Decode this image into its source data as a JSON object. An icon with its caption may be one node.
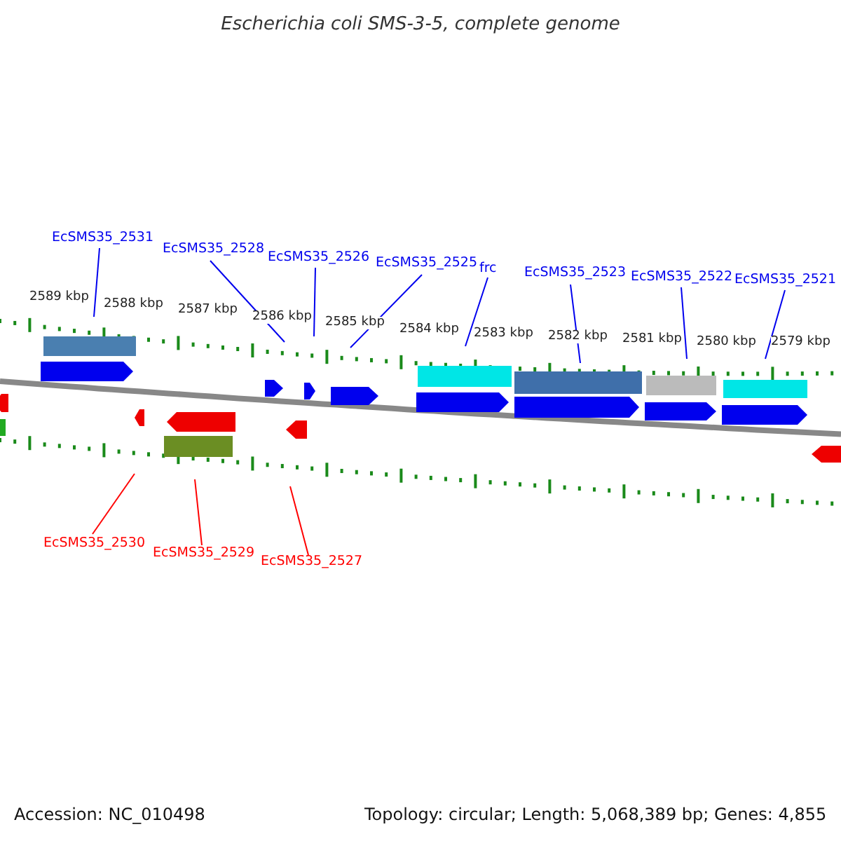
{
  "diagram": {
    "title": "Escherichia coli SMS-3-5, complete genome",
    "nodes": [
      {
        "text": [
          "EcSMS35_2531"
        ]
      },
      {
        "text": [
          "EcSMS35_2528"
        ]
      },
      {
        "text": [
          "EcSMS35_2526"
        ]
      },
      {
        "text": [
          "EcSMS35_2525"
        ]
      },
      {
        "text": [
          "frc"
        ]
      },
      {
        "text": [
          "EcSMS35_2523"
        ]
      },
      {
        "text": [
          "EcSMS35_2522"
        ]
      },
      {
        "text": [
          "EcSMS35_2521"
        ]
      },
      {
        "text": [
          "EcSMS35_2530"
        ]
      },
      {
        "text": [
          "EcSMS35_2529"
        ]
      },
      {
        "text": [
          "EcSMS35_2527"
        ]
      }
    ],
    "edges": [
      {
        "from": 0,
        "to": null,
        "arrow": "none"
      },
      {
        "from": 1,
        "to": null,
        "arrow": "none"
      },
      {
        "from": 2,
        "to": null,
        "arrow": "none"
      },
      {
        "from": 3,
        "to": null,
        "arrow": "none"
      },
      {
        "from": 4,
        "to": null,
        "arrow": "none"
      },
      {
        "from": 5,
        "to": null,
        "arrow": "none"
      },
      {
        "from": 6,
        "to": null,
        "arrow": "none"
      },
      {
        "from": 7,
        "to": null,
        "arrow": "none"
      },
      {
        "from": 8,
        "to": null,
        "arrow": "none",
        "color": "#ff0000"
      },
      {
        "from": 9,
        "to": null,
        "arrow": "none",
        "color": "#ff0000"
      },
      {
        "from": 10,
        "to": null,
        "arrow": "none",
        "color": "#ff0000"
      }
    ],
    "labels": [
      "2589 kbp",
      "2588 kbp",
      "2587 kbp",
      "2586 kbp",
      "2585 kbp",
      "2584 kbp",
      "2583 kbp",
      "2582 kbp",
      "2581 kbp",
      "2580 kbp",
      "2579 kbp",
      "Accession: NC_010498",
      "Topology: circular; Length: 5,068,389 bp; Genes: 4,855"
    ]
  }
}
